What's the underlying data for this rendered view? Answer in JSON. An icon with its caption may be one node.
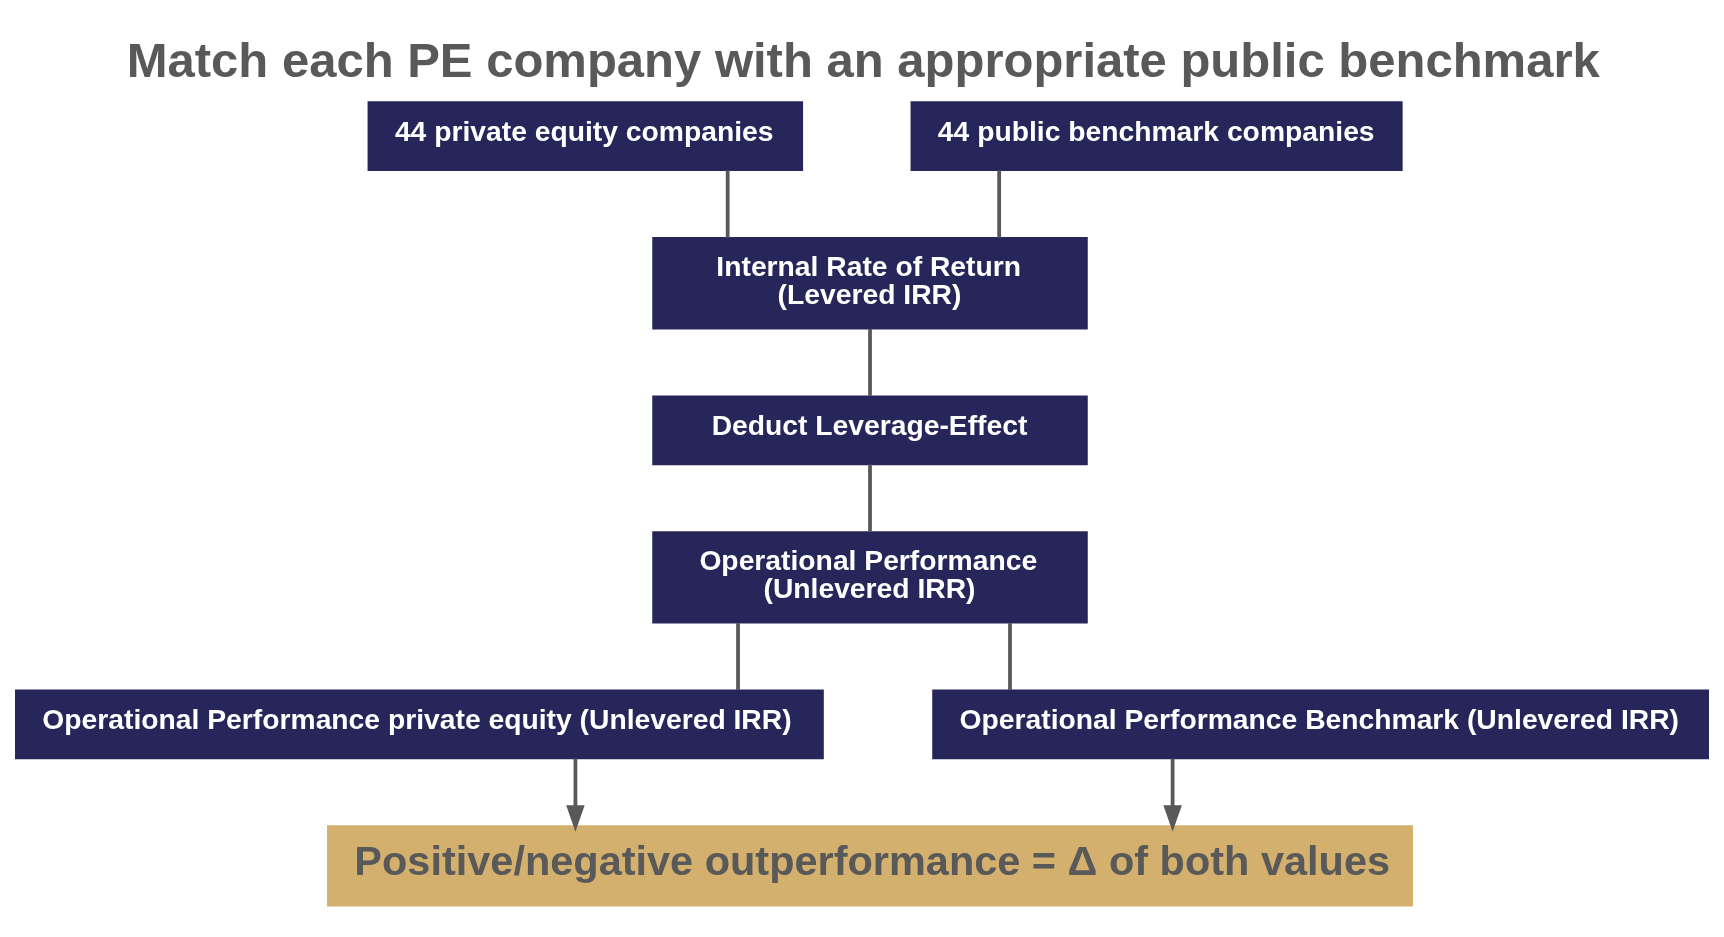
{
  "diagram": {
    "title": "Match each PE company with an appropriate public benchmark",
    "nodes": [
      {
        "text": [
          "44 private equity companies"
        ]
      },
      {
        "text": [
          "44 public benchmark companies"
        ]
      },
      {
        "text": [
          "Internal Rate of Return",
          "(Levered IRR)"
        ]
      },
      {
        "text": [
          "Deduct Leverage-Effect"
        ]
      },
      {
        "text": [
          "Operational Performance",
          "(Unlevered IRR)"
        ]
      },
      {
        "text": [
          "Operational Performance private equity (Unlevered IRR)"
        ]
      },
      {
        "text": [
          "Operational Performance Benchmark (Unlevered IRR)"
        ]
      },
      {
        "text": [
          "Positive/negative outperformance = Δ of both values"
        ]
      }
    ],
    "edges": [
      {
        "from": 0,
        "to": 2,
        "arrow": "none"
      },
      {
        "from": 1,
        "to": 2,
        "arrow": "none"
      },
      {
        "from": 2,
        "to": 3,
        "arrow": "none"
      },
      {
        "from": 3,
        "to": 4,
        "arrow": "none"
      },
      {
        "from": 4,
        "to": 5,
        "arrow": "none"
      },
      {
        "from": 4,
        "to": 6,
        "arrow": "none"
      },
      {
        "from": 5,
        "to": 7,
        "arrow": "to"
      },
      {
        "from": 6,
        "to": 7,
        "arrow": "to"
      }
    ]
  }
}
